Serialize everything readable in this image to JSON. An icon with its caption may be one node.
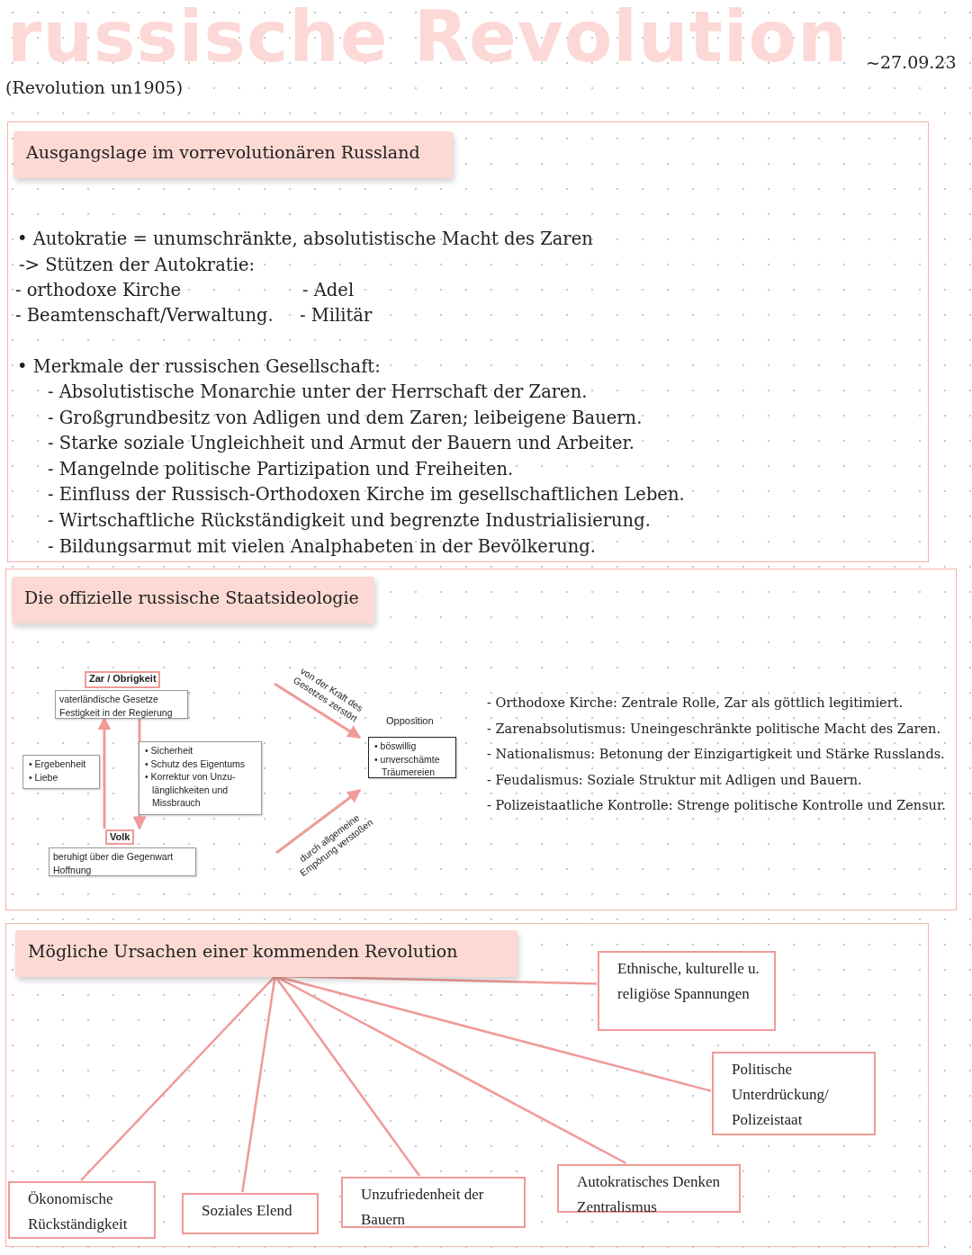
{
  "diagram": {
    "title": "russische Revolution",
    "nodes": [
      {
        "text": [
          "Ausgangslage im vorrevolutionären Russland",
          "• Autokratie = unumschränkte, absolutistische Macht des Zaren",
          "-> Stützen der Autokratie:",
          "- orthodoxe Kirche",
          "- Adel",
          "- Beamtenschaft/Verwaltung.",
          "- Militär",
          "• Merkmale der russischen Gesellschaft:",
          "- Absolutistische Monarchie unter der Herrschaft der Zaren.",
          "- Großgrundbesitz von Adligen und dem Zaren; leibeigene Bauern.",
          "- Starke soziale Ungleichheit und Armut der Bauern und Arbeiter.",
          "- Mangelnde politische Partizipation und Freiheiten.",
          "- Einfluss der Russisch-Orthodoxen Kirche im gesellschaftlichen Leben.",
          "- Wirtschaftliche Rückständigkeit und begrenzte Industrialisierung.",
          "- Bildungsarmut mit vielen Analphabeten in der Bevölkerung."
        ]
      },
      {
        "text": [
          "Die offizielle russische Staatsideologie",
          "- Orthodoxe Kirche: Zentrale Rolle, Zar als göttlich legitimiert.",
          "- Zarenabsolutismus: Uneingeschränkte politische Macht des Zaren.",
          "- Nationalismus: Betonung der Einzigartigkeit und Stärke Russlands.",
          "- Feudalismus: Soziale Struktur mit Adligen und Bauern.",
          "- Polizeistaatliche Kontrolle: Strenge politische Kontrolle und Zensur."
        ]
      },
      {
        "text": [
          "Zar / Obrigkeit"
        ],
        "in": 1
      },
      {
        "text": [
          "vaterländische Gesetze Festigkeit in der Regierung"
        ],
        "in": 1
      },
      {
        "text": [
          "• Ergebenheit",
          "• Liebe"
        ],
        "in": 1
      },
      {
        "text": [
          "• Sicherheit",
          "• Schutz des Eigentums",
          "• Korrektur von Unzu- länglichkeiten und Missbrauch"
        ],
        "in": 1
      },
      {
        "text": [
          "Volk"
        ],
        "in": 1
      },
      {
        "text": [
          "beruhigt über die Gegenwart Hoffnung"
        ],
        "in": 1
      },
      {
        "text": [
          "Opposition",
          "• böswillig",
          "• unverschämte Träumereien"
        ],
        "in": 1
      },
      {
        "text": [],
        "shape": "box"
      },
      {
        "text": [
          "Mögliche Ursachen einer kommenden Revolution"
        ],
        "in": 9
      },
      {
        "text": [
          "Ethnische, kulturelle u. religiöse Spannungen"
        ],
        "in": 9
      },
      {
        "text": [
          "Politische Unterdrückung/ Polizeistaat"
        ],
        "in": 9
      },
      {
        "text": [
          "Ökonomische Rückständigkeit"
        ],
        "in": 9
      },
      {
        "text": [
          "Soziales Elend"
        ],
        "in": 9
      },
      {
        "text": [
          "Unzufriedenheit der Bauern"
        ],
        "in": 9
      },
      {
        "text": [
          "Autokratisches Denken Zentralismus"
        ],
        "in": 9
      }
    ],
    "edges": [
      {
        "from": 6,
        "to": 3,
        "arrow": "to"
      },
      {
        "from": 3,
        "to": 6,
        "arrow": "to"
      },
      {
        "from": null,
        "to": 8,
        "arrow": "to",
        "label": "von der Kraft des Gesetzes zerstört"
      },
      {
        "from": null,
        "to": 8,
        "arrow": "to",
        "label": "durch allgemeine Empörung verstoßen"
      },
      {
        "from": 10,
        "to": 11,
        "arrow": "none"
      },
      {
        "from": 10,
        "to": 12,
        "arrow": "none"
      },
      {
        "from": 10,
        "to": 13,
        "arrow": "none"
      },
      {
        "from": 10,
        "to": 14,
        "arrow": "none"
      },
      {
        "from": 10,
        "to": 15,
        "arrow": "none"
      },
      {
        "from": 10,
        "to": 16,
        "arrow": "none"
      }
    ],
    "labels": [
      "~27.09.23",
      "(Revolution un1905)"
    ]
  }
}
